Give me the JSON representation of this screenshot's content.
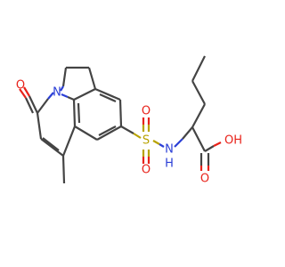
{
  "molecule": {
    "atoms": {
      "ketone_o": "O",
      "ring_n": "N",
      "sulfur": "S",
      "sulfonyl_o_top": "O",
      "sulfonyl_o_bottom": "O",
      "amide_n": "N",
      "amide_h": "H",
      "acid_oh": "OH",
      "acid_o": "O"
    },
    "colors": {
      "carbon_bond": "#444444",
      "oxygen": "#e8221a",
      "nitrogen": "#2b3fd6",
      "sulfur": "#b8a200"
    }
  }
}
